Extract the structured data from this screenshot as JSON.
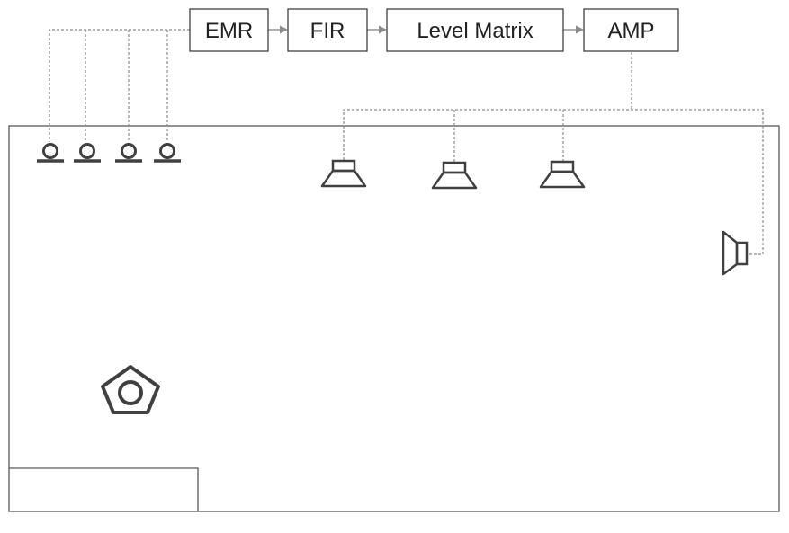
{
  "diagram": {
    "blocks": [
      {
        "id": "emr",
        "label": "EMR"
      },
      {
        "id": "fir",
        "label": "FIR"
      },
      {
        "id": "level-matrix",
        "label": "Level Matrix"
      },
      {
        "id": "amp",
        "label": "AMP"
      }
    ],
    "signal_flow": [
      "emr",
      "fir",
      "level-matrix",
      "amp"
    ],
    "microphones": 4,
    "ceiling_speakers": 3,
    "wall_speakers": 1,
    "sources": 1,
    "colors": {
      "line": "#8c8c8c",
      "icon": "#404040",
      "box_border": "#333333",
      "text": "#222222"
    }
  }
}
